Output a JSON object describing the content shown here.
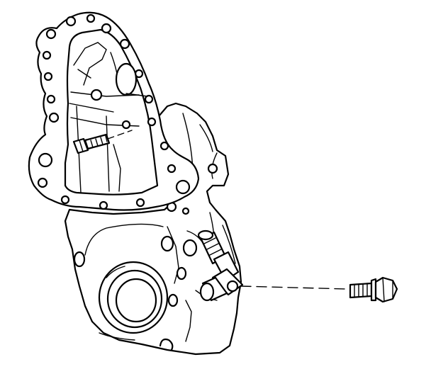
{
  "diagram": {
    "labels": [],
    "parts": [
      {
        "name": "engine-front-cover"
      },
      {
        "name": "cover-gasket"
      },
      {
        "name": "crankshaft-seal"
      },
      {
        "name": "crankshaft-position-sensor"
      },
      {
        "name": "sensor-mounting-bolt"
      },
      {
        "name": "cover-bolt"
      }
    ],
    "colors": {
      "line": "#000000",
      "background": "#ffffff"
    }
  }
}
